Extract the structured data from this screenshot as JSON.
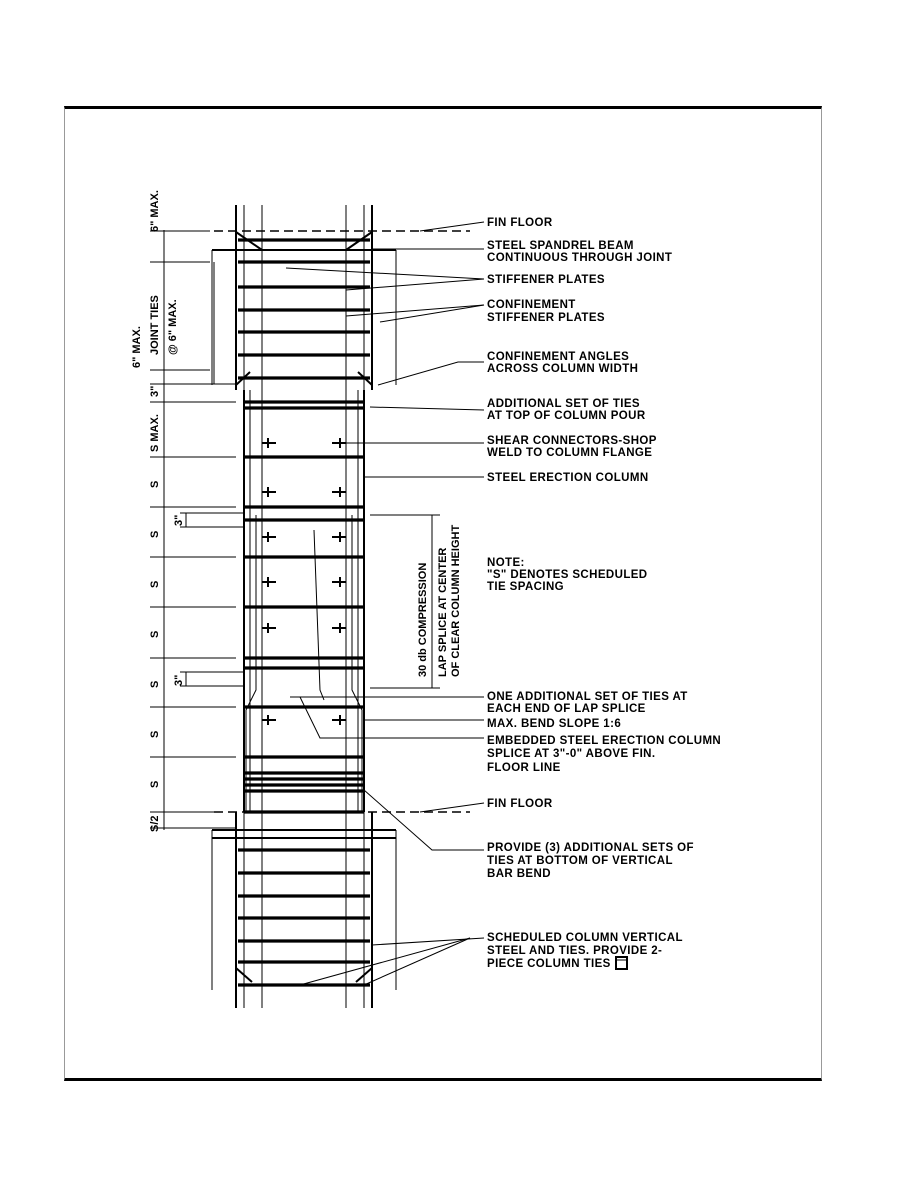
{
  "labels": {
    "fin_floor_top": "FIN FLOOR",
    "spandrel_1": "STEEL SPANDREL BEAM",
    "spandrel_2": "CONTINUOUS THROUGH JOINT",
    "stiffener": "STIFFENER PLATES",
    "confinement_1": "CONFINEMENT",
    "confinement_2": "STIFFENER PLATES",
    "angles_1": "CONFINEMENT ANGLES",
    "angles_2": "ACROSS COLUMN WIDTH",
    "additional_1": "ADDITIONAL SET OF TIES",
    "additional_2": "AT TOP OF COLUMN POUR",
    "shear_1": "SHEAR CONNECTORS-SHOP",
    "shear_2": "WELD TO COLUMN FLANGE",
    "erection": "STEEL ERECTION COLUMN",
    "note_1": "NOTE:",
    "note_2": "\"S\" DENOTES SCHEDULED",
    "note_3": "TIE SPACING",
    "one_add_1": "ONE ADDITIONAL SET OF TIES AT",
    "one_add_2": "EACH END OF LAP SPLICE",
    "bend_slope": "MAX. BEND SLOPE 1:6",
    "embedded_1": "EMBEDDED STEEL ERECTION COLUMN",
    "embedded_2": "SPLICE AT 3\"-0\" ABOVE FIN.",
    "embedded_3": "FLOOR LINE",
    "fin_floor_bottom": "FIN FLOOR",
    "provide_1": "PROVIDE (3) ADDITIONAL SETS OF",
    "provide_2": "TIES AT BOTTOM OF VERTICAL",
    "provide_3": "BAR BEND",
    "scheduled_1": "SCHEDULED COLUMN VERTICAL",
    "scheduled_2": "STEEL AND TIES.  PROVIDE 2-",
    "scheduled_3": "PIECE COLUMN TIES"
  },
  "dimensions": {
    "six_max_top": "6\" MAX.",
    "six_max_side": "6\" MAX.",
    "joint_ties": "JOINT TIES",
    "at_six_max": "@ 6\" MAX.",
    "three_in_top": "3\"",
    "s_max": "S MAX.",
    "s": "S",
    "three_in_a": "3\"",
    "three_in_b": "3\"",
    "s_half": "S/2",
    "compression": "30 db COMPRESSION",
    "lap_1": "LAP SPLICE AT CENTER",
    "lap_2": "OF CLEAR COLUMN HEIGHT"
  }
}
